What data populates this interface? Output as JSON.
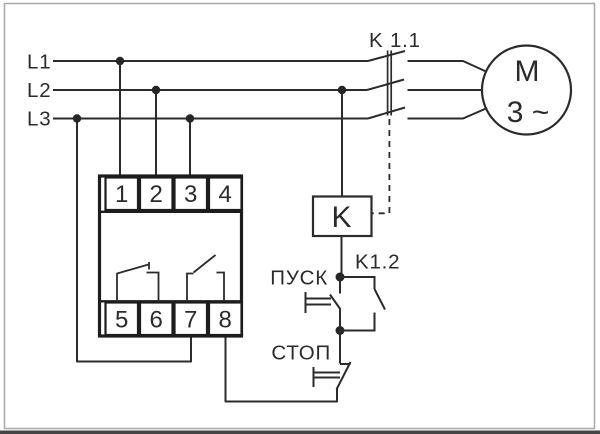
{
  "diagram": {
    "type": "electrical-schematic",
    "description": "Three-phase motor start/stop circuit: relay module (terminals 1-4 / 5-8), contactor coil K, main contacts K 1.1, auxiliary contact K1.2, start and stop pushbuttons, 3-phase motor",
    "phases": [
      "L1",
      "L2",
      "L3"
    ],
    "device": {
      "terminals_top": [
        "1",
        "2",
        "3",
        "4"
      ],
      "terminals_bottom": [
        "5",
        "6",
        "7",
        "8"
      ]
    },
    "contactor": {
      "coil_label": "K",
      "main_contact_label": "K 1.1",
      "aux_contact_label": "K1.2"
    },
    "motor": {
      "label": "M",
      "phase_label": "3 ~"
    },
    "buttons": {
      "start": "ПУСК",
      "stop": "СТОП"
    },
    "colors": {
      "line": "#2b2b2b",
      "background": "#ffffff",
      "frame": "#ababab",
      "bottom_edge": "#454545"
    }
  }
}
